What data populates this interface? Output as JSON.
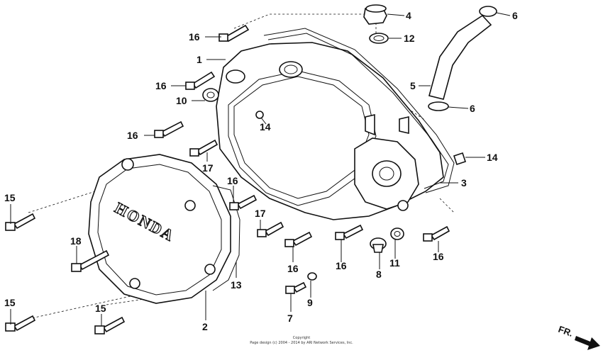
{
  "diagram": {
    "emblem_text": "HONDA",
    "copyright_line1": "Copyright",
    "copyright_line2": "Page design (c) 2004 - 2014 by ARI Network Services, Inc.",
    "direction_label": "FR.",
    "callouts": [
      {
        "id": "c1",
        "text": "1"
      },
      {
        "id": "c2",
        "text": "2"
      },
      {
        "id": "c3",
        "text": "3"
      },
      {
        "id": "c4",
        "text": "4"
      },
      {
        "id": "c5",
        "text": "5"
      },
      {
        "id": "c6a",
        "text": "6"
      },
      {
        "id": "c6b",
        "text": "6"
      },
      {
        "id": "c7",
        "text": "7"
      },
      {
        "id": "c8",
        "text": "8"
      },
      {
        "id": "c9",
        "text": "9"
      },
      {
        "id": "c10",
        "text": "10"
      },
      {
        "id": "c11",
        "text": "11"
      },
      {
        "id": "c12",
        "text": "12"
      },
      {
        "id": "c13",
        "text": "13"
      },
      {
        "id": "c14a",
        "text": "14"
      },
      {
        "id": "c14b",
        "text": "14"
      },
      {
        "id": "c15a",
        "text": "15"
      },
      {
        "id": "c15b",
        "text": "15"
      },
      {
        "id": "c15c",
        "text": "15"
      },
      {
        "id": "c16a",
        "text": "16"
      },
      {
        "id": "c16b",
        "text": "16"
      },
      {
        "id": "c16c",
        "text": "16"
      },
      {
        "id": "c16d",
        "text": "16"
      },
      {
        "id": "c16e",
        "text": "16"
      },
      {
        "id": "c16f",
        "text": "16"
      },
      {
        "id": "c16g",
        "text": "16"
      },
      {
        "id": "c17a",
        "text": "17"
      },
      {
        "id": "c17b",
        "text": "17"
      },
      {
        "id": "c18",
        "text": "18"
      }
    ]
  }
}
